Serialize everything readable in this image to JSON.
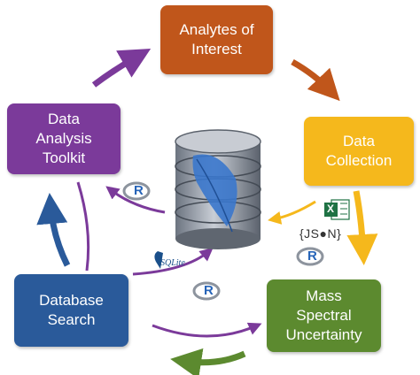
{
  "nodes": {
    "analytes": "Analytes of\nInterest",
    "collection": "Data\nCollection",
    "mass": "Mass\nSpectral\nUncertainty",
    "search": "Database\nSearch",
    "toolkit": "Data\nAnalysis\nToolkit"
  },
  "logos": {
    "json": "{JS●N}",
    "sqlite": "SQLite",
    "r_icon_letter": "R",
    "excel_letter": "X"
  },
  "icons": [
    "database-icon",
    "feather-icon",
    "excel-icon",
    "r-icon",
    "sqlite-icon",
    "json-icon"
  ],
  "colors": {
    "orange": "#c0561b",
    "yellow": "#f5b81c",
    "green": "#5c8a2f",
    "blue": "#2a5a9a",
    "purple": "#7b3a9a",
    "excel": "#1f7244"
  }
}
